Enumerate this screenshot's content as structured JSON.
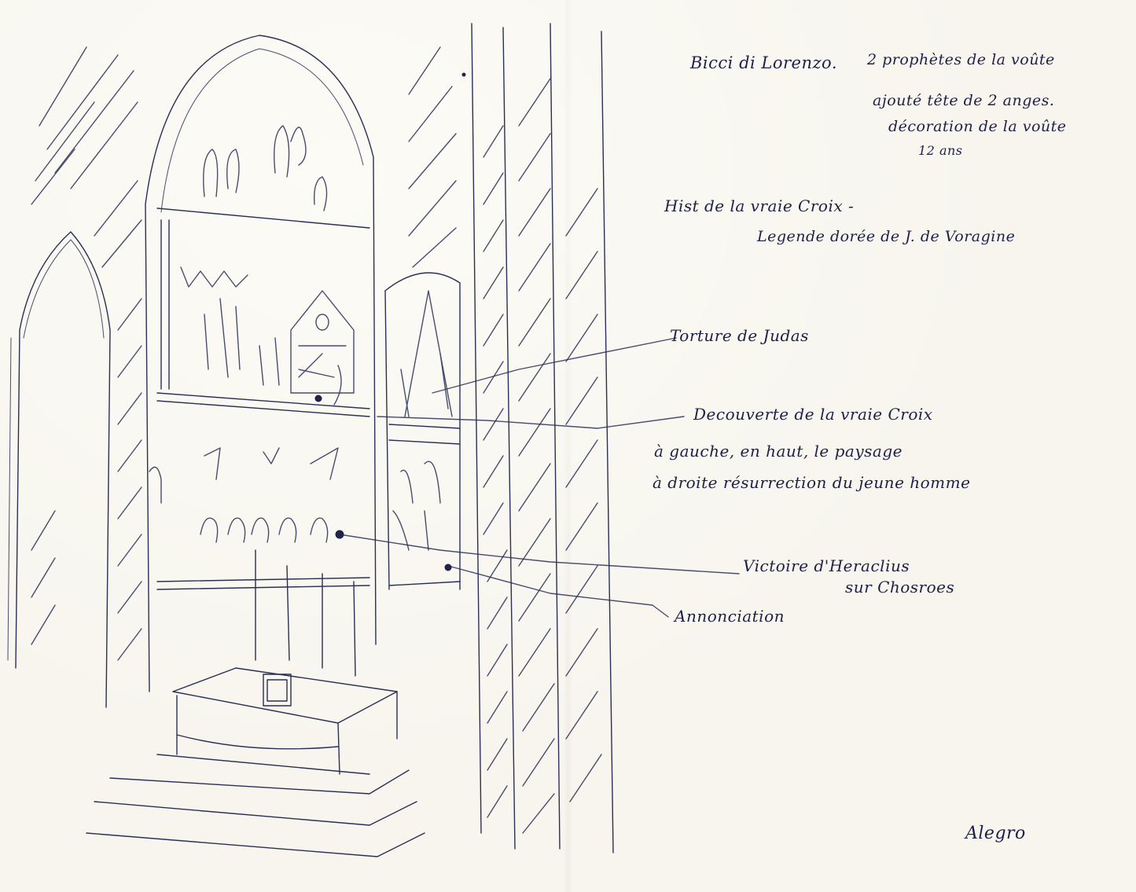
{
  "notes": {
    "artist": "Bicci di Lorenzo.",
    "prophets": "2 prophètes de la voûte",
    "angels": "ajouté tête de 2 anges.",
    "vault": "décoration de la voûte",
    "age": "12 ans",
    "history": "Hist de la vraie Croix -",
    "legend": "Legende dorée de J. de Voragine",
    "judas": "Torture de Judas",
    "discovery": "Decouverte de la vraie Croix",
    "left_top": "à gauche, en haut, le paysage",
    "right_resurrection": "à droite résurrection du jeune homme",
    "victory_1": "Victoire d'Heraclius",
    "victory_2": "sur Chosroes",
    "annunciation": "Annonciation",
    "signature": "Alegro"
  }
}
